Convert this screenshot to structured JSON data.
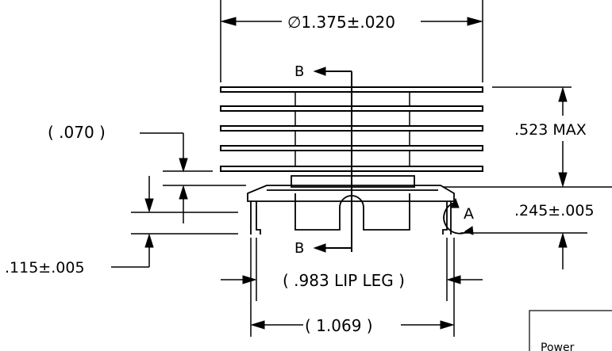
{
  "drawing": {
    "labels": {
      "outer_diameter": "∅1.375±.020",
      "section_top": "B",
      "section_bottom": "B",
      "thin_gap": "( .070 )",
      "height_max": ".523 MAX",
      "base_height": ".245±.005",
      "detail": "A",
      "lip_thickness": ".115±.005",
      "lip_leg": "( .983 LIP LEG )",
      "width": "( 1.069 )",
      "title_block_partial": "Power"
    }
  }
}
